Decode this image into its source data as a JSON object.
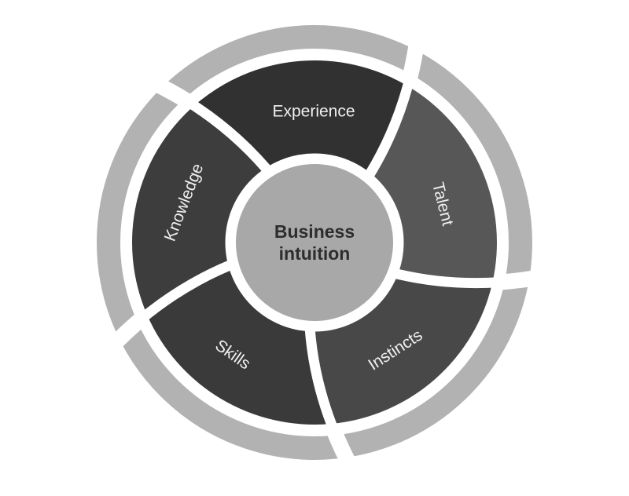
{
  "diagram": {
    "type": "circular-segmented-wheel",
    "center_label": {
      "line1": "Business",
      "line2": "intuition"
    },
    "segments": [
      {
        "label": "Experience",
        "color": "#313131",
        "start_angle": -122,
        "end_angle": -50
      },
      {
        "label": "Talent",
        "color": "#575757",
        "start_angle": -50,
        "end_angle": 22
      },
      {
        "label": "Instincts",
        "color": "#484848",
        "start_angle": 22,
        "end_angle": 94
      },
      {
        "label": "Skills",
        "color": "#3a3a3a",
        "start_angle": 94,
        "end_angle": 166
      },
      {
        "label": "Knowledge",
        "color": "#3d3d3d",
        "start_angle": 166,
        "end_angle": 238
      }
    ],
    "colors": {
      "outer_ring": "#b2b2b2",
      "center_circle": "#a8a8a8",
      "divider": "#ffffff",
      "background": "#ffffff",
      "segment_label": "#efefef",
      "center_text": "#2d2d2d"
    }
  }
}
